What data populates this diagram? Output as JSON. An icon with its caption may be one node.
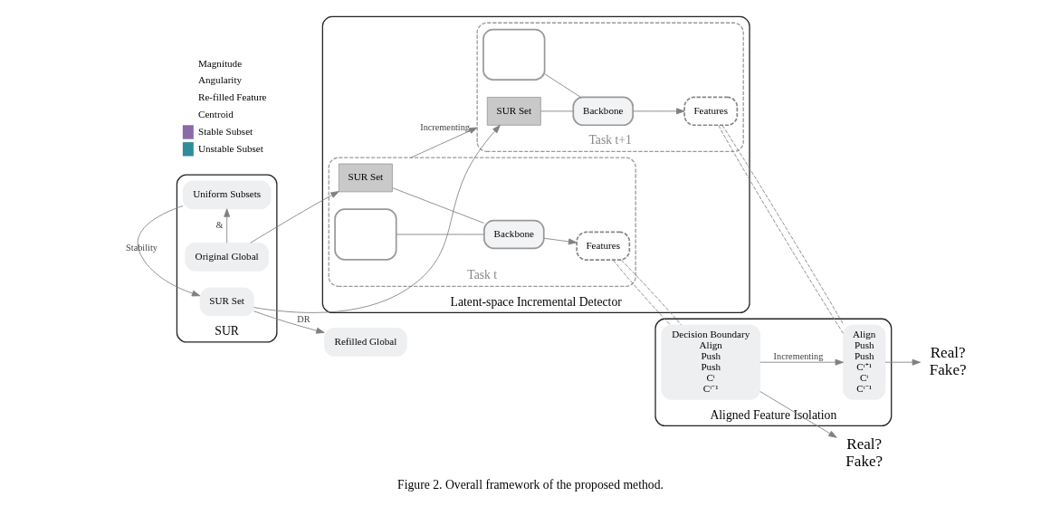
{
  "diagram": {
    "caption": "Figure 2. Overall framework of the proposed method.",
    "nodes": [
      {
        "text": [
          "SUR"
        ]
      },
      {
        "text": [
          "Original Global"
        ],
        "in": 0
      },
      {
        "text": [
          "Uniform Subsets"
        ],
        "in": 0
      },
      {
        "text": [
          "SUR Set"
        ],
        "in": 0
      },
      {
        "text": [
          "Refilled Global"
        ]
      },
      {
        "text": [
          "Latent-space Incremental Detector"
        ]
      },
      {
        "text": [
          "Task t"
        ],
        "in": 5
      },
      {
        "text": [
          "SUR Set"
        ],
        "in": 6
      },
      {
        "text": [],
        "shape": "box",
        "in": 6
      },
      {
        "text": [
          "Backbone"
        ],
        "in": 6
      },
      {
        "text": [
          "Features"
        ],
        "in": 6
      },
      {
        "text": [
          "Task t+1"
        ],
        "in": 5
      },
      {
        "text": [
          "SUR Set"
        ],
        "in": 11
      },
      {
        "text": [],
        "shape": "box",
        "in": 11
      },
      {
        "text": [
          "Backbone"
        ],
        "in": 11
      },
      {
        "text": [
          "Features"
        ],
        "in": 11
      },
      {
        "text": [
          "Aligned Feature Isolation"
        ]
      },
      {
        "text": [
          "Decision Boundary",
          "Align",
          "Push",
          "Push",
          "Cᵗ",
          "Cᵗ⁻¹"
        ],
        "in": 16
      },
      {
        "text": [
          "Align",
          "Push",
          "Push",
          "Cᵗ⁺¹",
          "Cᵗ",
          "Cᵗ⁻¹"
        ],
        "in": 16
      },
      {
        "text": [
          "Real?",
          "Fake?"
        ]
      },
      {
        "text": [
          "Real?",
          "Fake?"
        ]
      }
    ],
    "edges": [
      {
        "from": 1,
        "to": 2,
        "arrow": "to",
        "label": "&"
      },
      {
        "from": 2,
        "to": 3,
        "arrow": "to",
        "label": "Stability"
      },
      {
        "from": 3,
        "to": 4,
        "arrow": "to",
        "label": "DR"
      },
      {
        "from": 1,
        "to": 7,
        "arrow": "to"
      },
      {
        "from": 3,
        "to": 12,
        "arrow": "to"
      },
      {
        "from": 7,
        "to": 9,
        "arrow": "none"
      },
      {
        "from": 8,
        "to": 9,
        "arrow": "none"
      },
      {
        "from": 9,
        "to": 10,
        "arrow": "to"
      },
      {
        "from": 12,
        "to": 14,
        "arrow": "none"
      },
      {
        "from": 13,
        "to": 14,
        "arrow": "none"
      },
      {
        "from": 14,
        "to": 15,
        "arrow": "to"
      },
      {
        "from": 6,
        "to": 11,
        "arrow": "to",
        "label": "Incrementing"
      },
      {
        "from": 10,
        "to": 17,
        "arrow": "none",
        "style": "dashed"
      },
      {
        "from": 10,
        "to": 17,
        "arrow": "none",
        "style": "dashed"
      },
      {
        "from": 15,
        "to": 18,
        "arrow": "none",
        "style": "dashed"
      },
      {
        "from": 15,
        "to": 18,
        "arrow": "none",
        "style": "dashed"
      },
      {
        "from": 17,
        "to": 18,
        "arrow": "to",
        "label": "Incrementing"
      },
      {
        "from": 17,
        "to": 19,
        "arrow": "to"
      },
      {
        "from": 18,
        "to": 20,
        "arrow": "to"
      }
    ],
    "legend": [
      {
        "text": "Magnitude"
      },
      {
        "text": "Angularity"
      },
      {
        "text": "Re-filled Feature"
      },
      {
        "text": "Centroid"
      },
      {
        "text": "Stable Subset",
        "color": "#8a6aa8"
      },
      {
        "text": "Unstable Subset",
        "color": "#2f8c99"
      }
    ]
  }
}
